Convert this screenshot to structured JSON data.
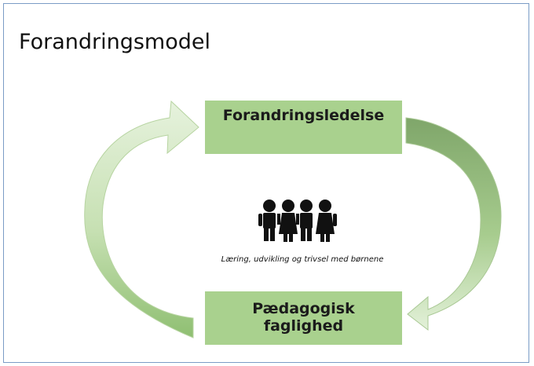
{
  "title": "Forandringsmodel",
  "top_box": {
    "label": "Forandringsledelse"
  },
  "bottom_box": {
    "line1": "Pædagogisk",
    "line2": "faglighed"
  },
  "center": {
    "icon": "children-group-icon",
    "caption": "Læring, udvikling og trivsel med børnene"
  },
  "colors": {
    "box_fill": "#a9d18e",
    "arrow_left_light": "#e2f0d9",
    "arrow_left_dark": "#8fbf72",
    "arrow_right_light": "#dfeed4",
    "arrow_right_dark": "#6f9a5c",
    "frame_border": "#7a9cc6"
  }
}
